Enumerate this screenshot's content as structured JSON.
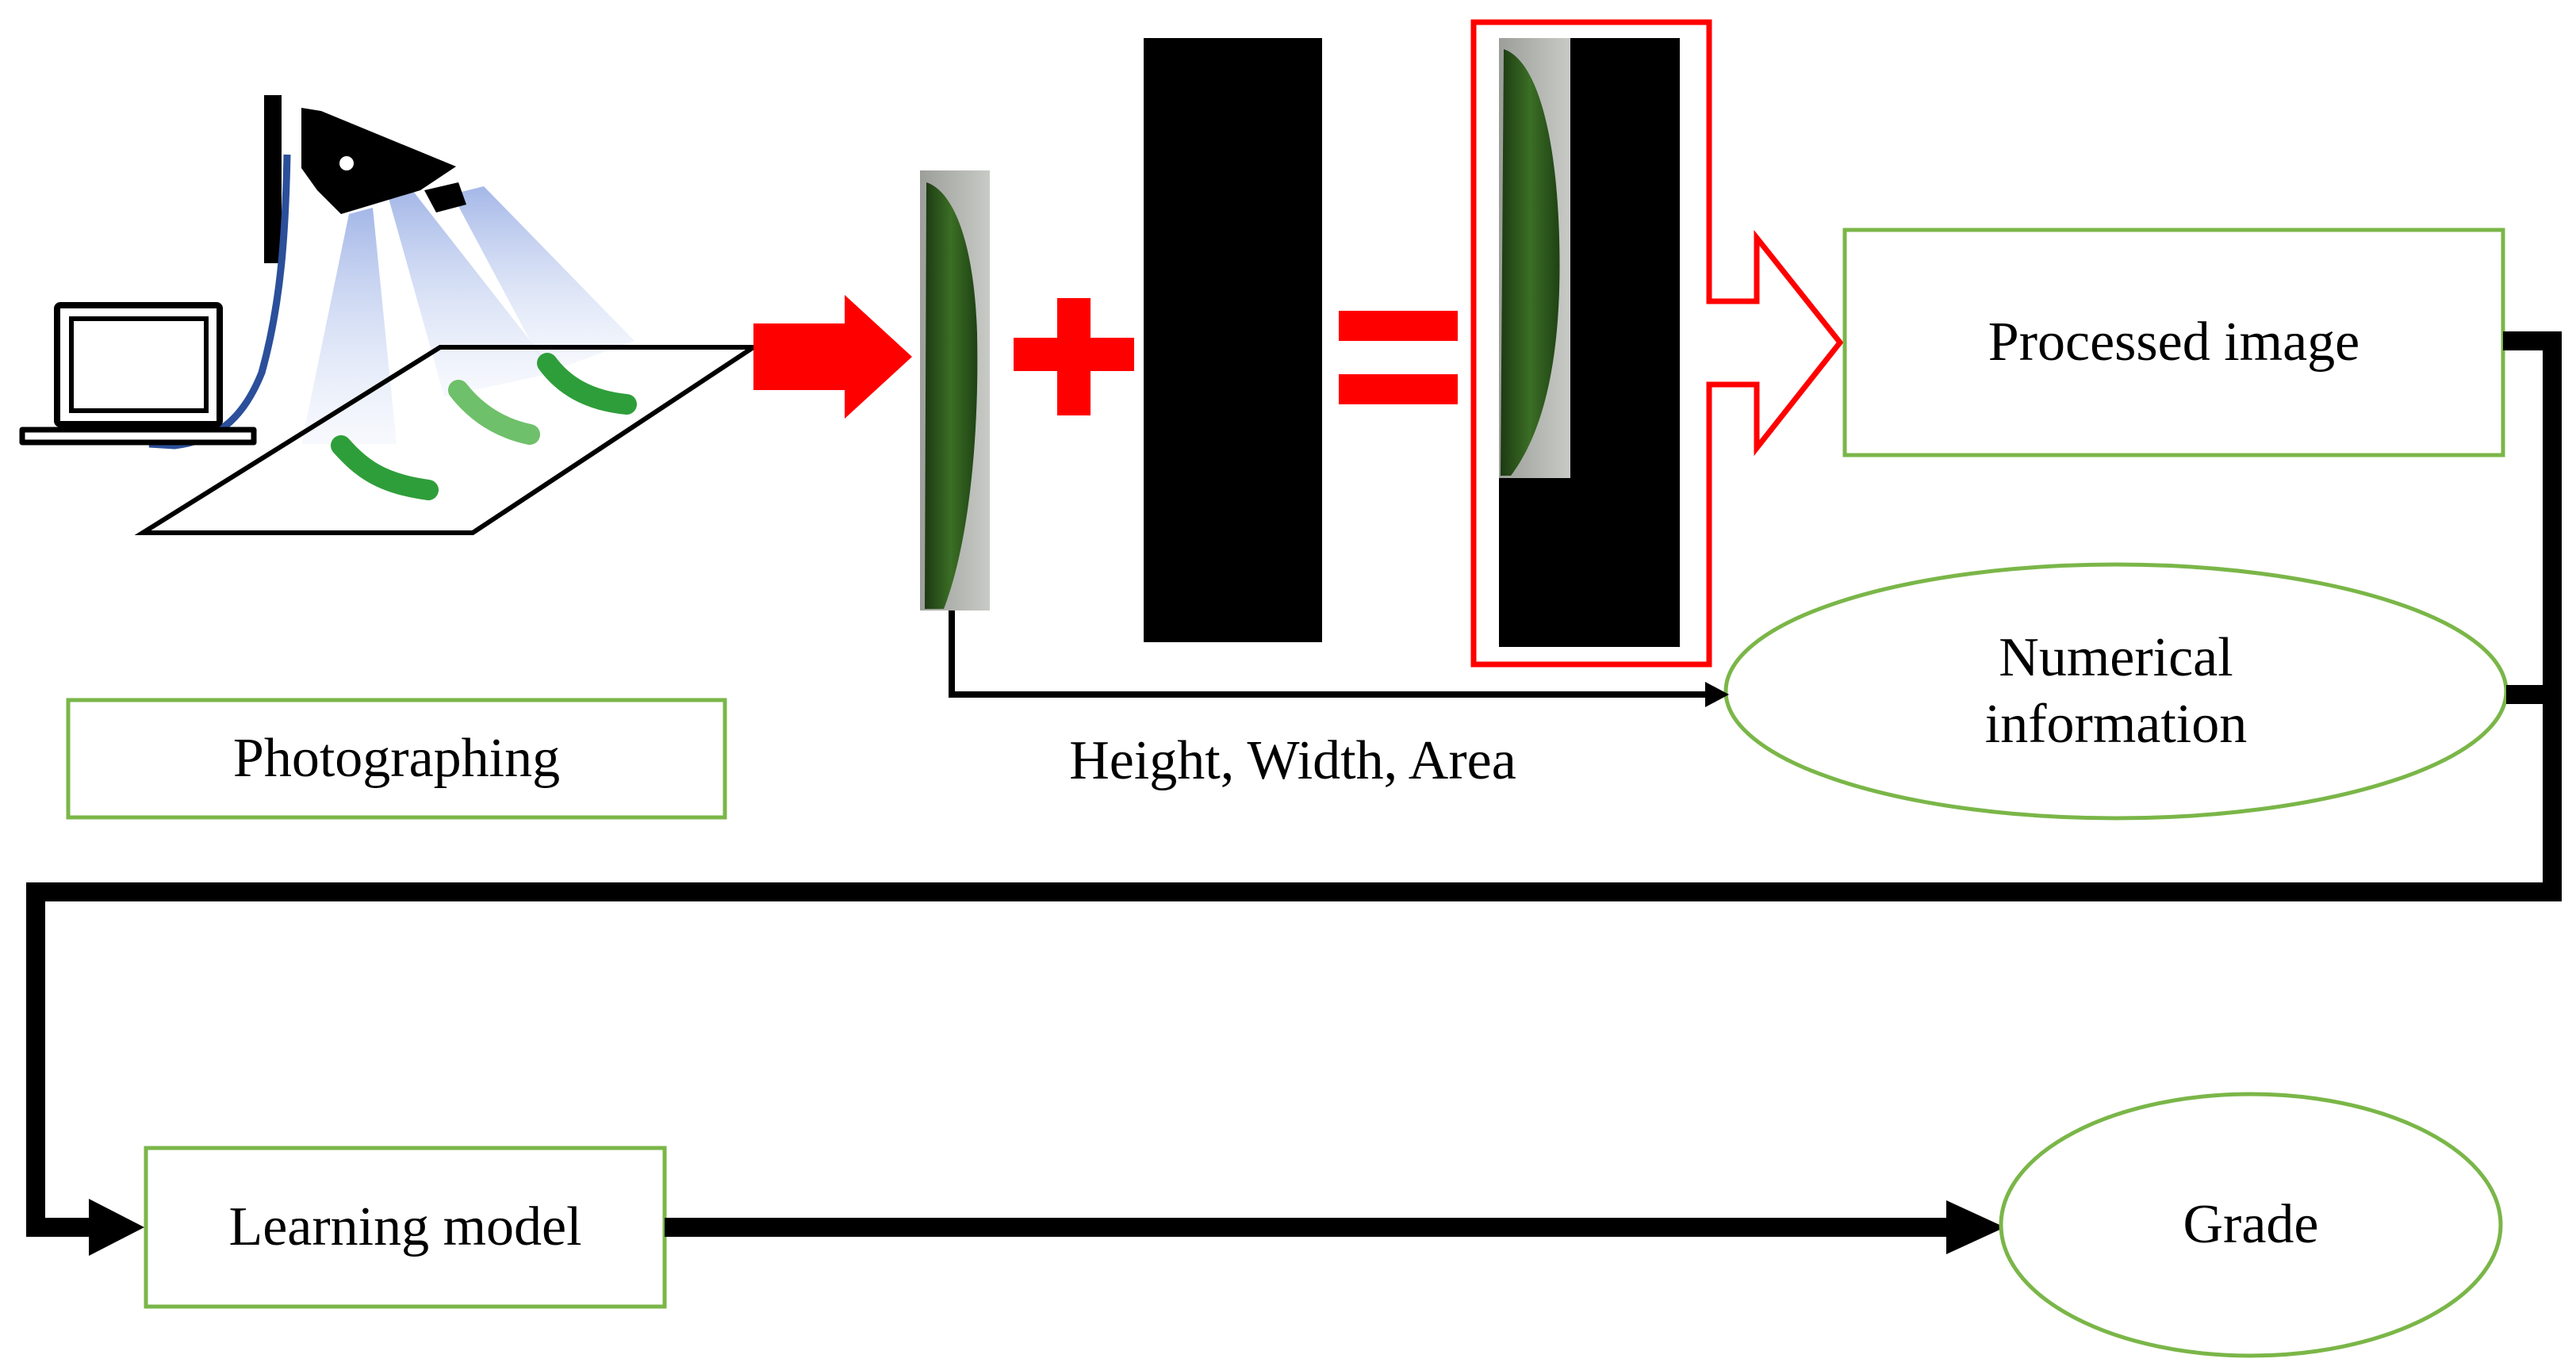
{
  "nodes": {
    "photographing": "Photographing",
    "processed_image": "Processed image",
    "numerical_info_line1": "Numerical",
    "numerical_info_line2": "information",
    "learning_model": "Learning model",
    "grade": "Grade"
  },
  "edge_labels": {
    "measurements": "Height, Width, Area"
  },
  "icons": {
    "laptop": "laptop-icon",
    "camera": "camera-icon",
    "cucumber": "cucumber-icon"
  },
  "colors": {
    "box_border": "#7ab648",
    "accent_red": "#ff0000",
    "arrow_black": "#000000",
    "cable_blue": "#2b4f9a",
    "cucumber_green": "#2f6b20"
  }
}
